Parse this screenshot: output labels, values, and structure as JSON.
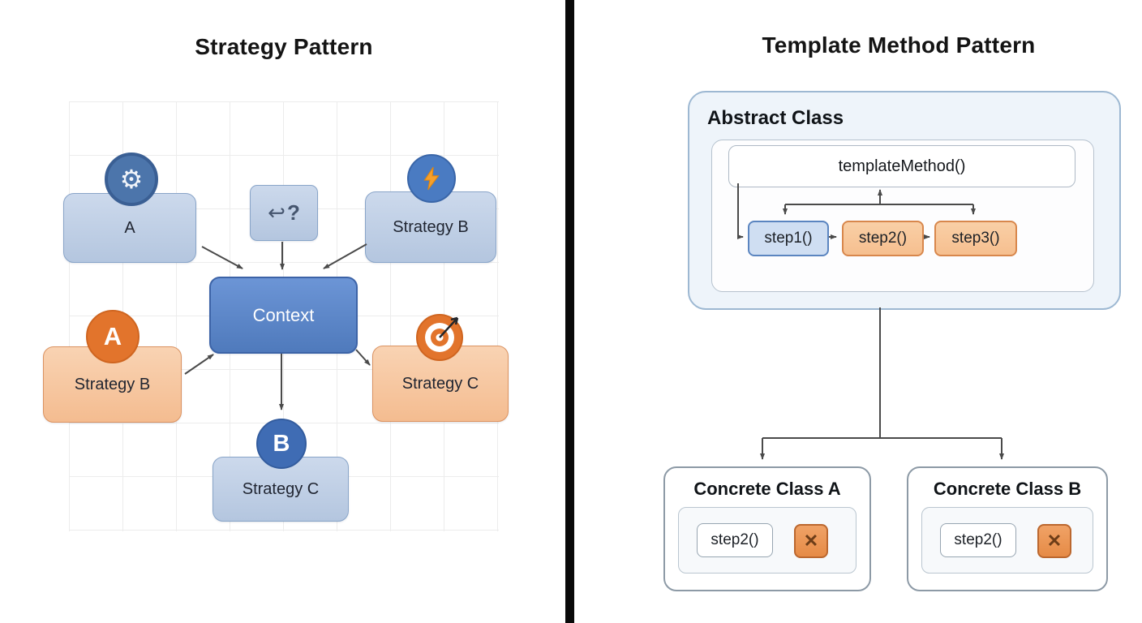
{
  "left_panel": {
    "title": "Strategy Pattern",
    "nodes": {
      "a": {
        "label": "A"
      },
      "strategy_b_top": {
        "label": "Strategy B"
      },
      "context": {
        "label": "Context"
      },
      "strategy_b_left": {
        "label": "Strategy B"
      },
      "strategy_c_right": {
        "label": "Strategy C"
      },
      "strategy_c_bottom": {
        "label": "Strategy C"
      }
    },
    "icons": {
      "gear_glyph": "⚙",
      "undo_arrow_glyph": "↩",
      "question_mark": "?",
      "badge_a": "A",
      "badge_b": "B"
    }
  },
  "right_panel": {
    "title": "Template Method Pattern",
    "abstract_class": {
      "label": "Abstract Class",
      "template_method": "templateMethod()",
      "steps": [
        "step1()",
        "step2()",
        "step3()"
      ]
    },
    "concrete_class_a": {
      "label": "Concrete Class A",
      "step": "step2()",
      "icon_glyph": "✕"
    },
    "concrete_class_b": {
      "label": "Concrete Class B",
      "step": "step2()",
      "icon_glyph": "✕"
    }
  },
  "colors": {
    "blue_node_fill": "#c0d0e6",
    "blue_node_border": "#88a4c8",
    "context_fill": "#5b83c8",
    "orange_node_fill": "#f6c59c",
    "orange_node_border": "#db9260",
    "badge_orange": "#e2742c",
    "badge_blue": "#3f6cb4",
    "bolt_orange": "#f6a02c",
    "abstract_fill": "#eef4fa",
    "arrow": "#4a4a4a",
    "divider": "#0a0a0a"
  }
}
